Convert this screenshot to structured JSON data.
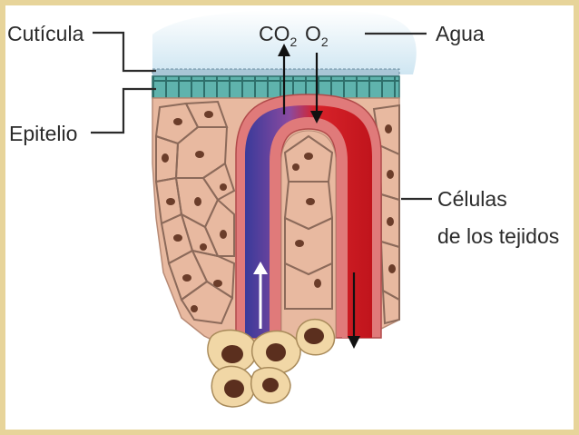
{
  "labels": {
    "cuticula": "Cutícula",
    "epitelio": "Epitelio",
    "co2": {
      "base": "CO",
      "sub": "2"
    },
    "o2": {
      "base": "O",
      "sub": "2"
    },
    "agua": "Agua",
    "celulas_line1": "Células",
    "celulas_line2": "de los tejidos"
  },
  "colors": {
    "water": "#cfe6f2",
    "epithelium": "#5fb3ad",
    "tissue": "#e8b9a0",
    "cell_border": "#8c6a5a",
    "vessel_wall": "#e07a7a",
    "venous_blood": "#6a5fb0",
    "arterial_blood": "#d8232a",
    "nucleus": "#6b3d2a",
    "lower_cells": "#f1d7a6"
  }
}
